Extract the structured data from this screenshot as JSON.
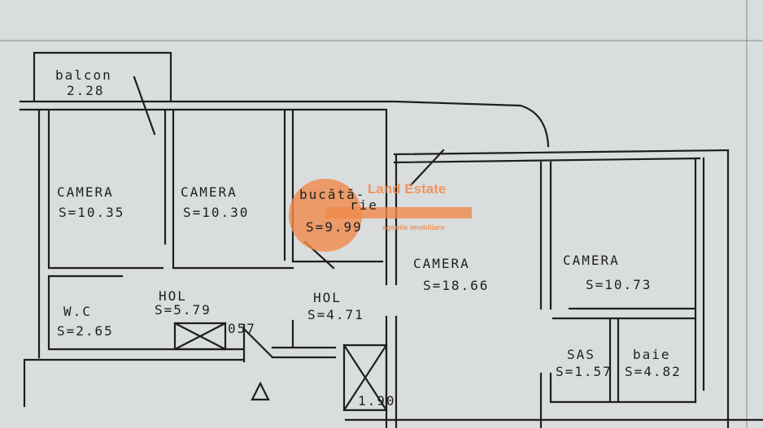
{
  "rooms": {
    "balcon": {
      "name": "balcon",
      "area": "2.28"
    },
    "camera1": {
      "name": "CAMERA",
      "area": "S=10.35"
    },
    "camera2": {
      "name": "CAMERA",
      "area": "S=10.30"
    },
    "bucatarie": {
      "name_line1": "bucătă-",
      "name_line2": "rie",
      "area": "S=9.99"
    },
    "camera3": {
      "name": "CAMERA",
      "area": "S=18.66"
    },
    "camera4": {
      "name": "CAMERA",
      "area": "S=10.73"
    },
    "hol1": {
      "name": "HOL",
      "area": "S=5.79"
    },
    "hol2": {
      "name": "HOL",
      "area": "S=4.71"
    },
    "wc": {
      "name": "W.C",
      "area": "S=2.65"
    },
    "sas": {
      "name": "SAS",
      "area": "S=1.57"
    },
    "baie": {
      "name": "baie",
      "area": "S=4.82"
    }
  },
  "annotations": {
    "duct": "057",
    "stair": "1.90"
  },
  "watermark": {
    "brand": "Land Estate",
    "tagline": "agentie imobiliare",
    "color": "#f08a4b"
  }
}
